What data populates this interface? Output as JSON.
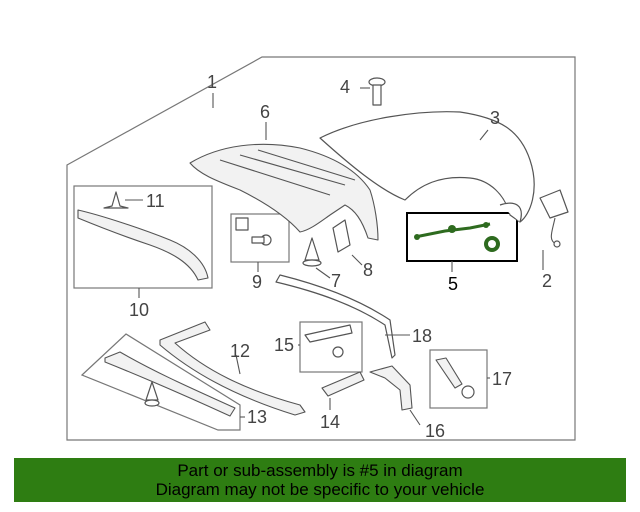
{
  "callouts": {
    "c1": "1",
    "c2": "2",
    "c3": "3",
    "c4": "4",
    "c5": "5",
    "c6": "6",
    "c7": "7",
    "c8": "8",
    "c9": "9",
    "c10": "10",
    "c11": "11",
    "c12": "12",
    "c13": "13",
    "c14": "14",
    "c15": "15",
    "c16": "16",
    "c17": "17",
    "c18": "18"
  },
  "highlight": {
    "part_number": "5",
    "color": "#000000",
    "part_color": "#2e6b1f"
  },
  "banner": {
    "line1": "Part or sub-assembly is #5 in diagram",
    "line2": "Diagram may not be specific to your vehicle",
    "background": "#2e7d12"
  }
}
